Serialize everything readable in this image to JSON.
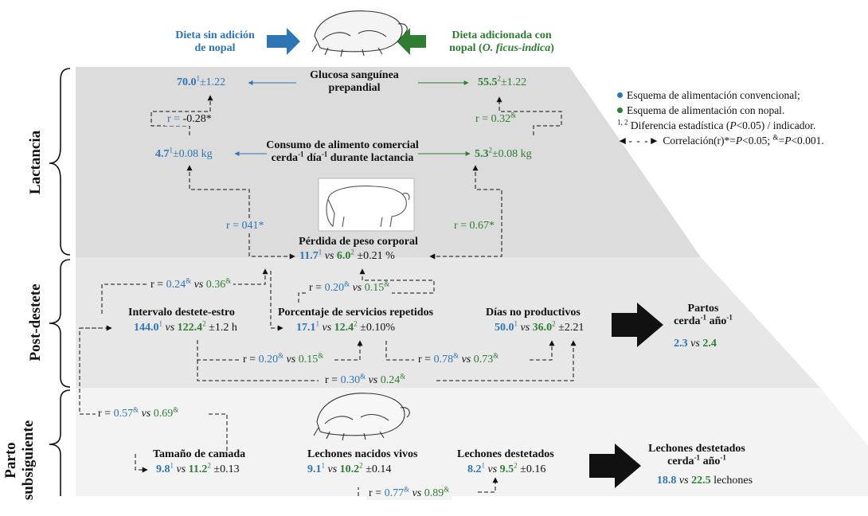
{
  "header": {
    "left_line1": "Dieta sin adición",
    "left_line2": "de nopal",
    "right_line1": "Dieta adicionada con",
    "right_line2_a": "nopal (",
    "right_line2_species": "O. ficus-indica",
    "right_line2_b": ")"
  },
  "sections": {
    "lactancia": "Lactancia",
    "post_destete": "Post-destete",
    "parto_line1": "Parto",
    "parto_line2": "subsiguiente"
  },
  "legend": {
    "conventional": "Esquema de alimentación  convencional;",
    "nopal": "Esquema de alimentación  con nopal.",
    "sup_12": "1, 2",
    "difference_a": " Diferencia estadística (",
    "difference_p": "P",
    "difference_b": "<0.05) / indicador.",
    "correlation_a": "Correlación(r)*=",
    "correlation_p1": "P",
    "correlation_b": "<0.05; ",
    "correlation_amp": "&",
    "correlation_c": "=",
    "correlation_p2": "P",
    "correlation_d": "<0.001.",
    "colors": {
      "blue": "#2e75b6",
      "green": "#2e7d32"
    }
  },
  "lactancia": {
    "glucosa_line1": "Glucosa sanguínea",
    "glucosa_line2": "prepandial",
    "glucosa_blue": "70.0",
    "glucosa_blue_sup": "1",
    "glucosa_blue_err": "±1.22",
    "glucosa_green": "55.5",
    "glucosa_green_sup": "2",
    "glucosa_green_err": "±1.22",
    "r_left": "r = ",
    "r_left_val": "-0.28*",
    "r_right": "r = ",
    "r_right_val": "0.32",
    "r_right_sup": "&",
    "consumo_line1": "Consumo de alimento comercial",
    "consumo_line2_a": "cerda",
    "consumo_line2_sup1": "-1",
    "consumo_line2_b": " día",
    "consumo_line2_sup2": "-1",
    "consumo_line2_c": " durante lactancia",
    "consumo_blue": "4.7",
    "consumo_blue_sup": "1",
    "consumo_blue_err": "±0.08 kg",
    "consumo_green": "5.3",
    "consumo_green_sup": "2",
    "consumo_green_err": "±0.08 kg",
    "r_lower_left": "r = 041*",
    "r_lower_right": "r = 0.67*",
    "perdida_title": "Pérdida de peso corporal",
    "perdida_blue": "11.7",
    "perdida_blue_sup": "1",
    "vs": "vs",
    "perdida_green": "6.0",
    "perdida_green_sup": "2",
    "perdida_err": "±0.21 %"
  },
  "post_destete": {
    "r_a_label": "r = ",
    "r_a_blue": "0.24",
    "r_a_sup1": "&",
    "r_a_green": "0.36",
    "r_a_sup2": "&",
    "r_b_label": "r = ",
    "r_b_blue": "0.20",
    "r_b_sup1": "&",
    "r_b_green": "0.15",
    "r_b_sup2": "&",
    "intervalo_title": "Intervalo destete-estro",
    "intervalo_blue": "144.0",
    "intervalo_blue_sup": "1",
    "intervalo_green": "122.4",
    "intervalo_green_sup": "2",
    "intervalo_err": "±1.2 h",
    "servicios_title": "Porcentaje de servicios repetidos",
    "servicios_blue": "17.1",
    "servicios_blue_sup": "1",
    "servicios_green": "12.4",
    "servicios_green_sup": "2",
    "servicios_err": "±0.10%",
    "dias_title": "Días no productivos",
    "dias_blue": "50.0",
    "dias_blue_sup": "1",
    "dias_green": "36.0",
    "dias_green_sup": "2",
    "dias_err": "±2.21",
    "partos_line1": "Partos",
    "partos_line2_a": "cerda",
    "partos_line2_sup1": "-1",
    "partos_line2_b": " año",
    "partos_line2_sup2": "-1",
    "partos_blue": "2.3",
    "partos_green": "2.4",
    "r_c_label": "r = ",
    "r_c_blue": "0.20",
    "r_c_sup1": "&",
    "r_c_green": "0.15",
    "r_c_sup2": "&",
    "r_d_label": "r = ",
    "r_d_blue": "0.78",
    "r_d_sup1": "&",
    "r_d_green": "0.73",
    "r_d_sup2": "&",
    "r_e_label": "r = ",
    "r_e_blue": "0.30",
    "r_e_sup1": "&",
    "r_e_green": "0.24",
    "r_e_sup2": "&"
  },
  "parto": {
    "r_f_label": "r = ",
    "r_f_blue": "0.57",
    "r_f_sup1": "&",
    "r_f_green": "0.69",
    "r_f_sup2": "&",
    "tamano_title": "Tamaño de camada",
    "tamano_blue": "9.8",
    "tamano_blue_sup": "1",
    "tamano_green": "11.2",
    "tamano_green_sup": "2",
    "tamano_err": "±0.13",
    "nacidos_title": "Lechones nacidos vivos",
    "nacidos_blue": "9.1",
    "nacidos_blue_sup": "1",
    "nacidos_green": "10.2",
    "nacidos_green_sup": "2",
    "nacidos_err": "±0.14",
    "destetados_title": "Lechones destetados",
    "destetados_blue": "8.2",
    "destetados_blue_sup": "1",
    "destetados_green": "9.5",
    "destetados_green_sup": "2",
    "destetados_err": "±0.16",
    "total_line1": "Lechones destetados",
    "total_line2_a": "cerda",
    "total_line2_sup1": "-1",
    "total_line2_b": " año",
    "total_line2_sup2": "-1",
    "total_blue": "18.8",
    "total_green": "22.5",
    "total_unit": " lechones",
    "r_g_label": "r = ",
    "r_g_blue": "0.77",
    "r_g_sup1": "&",
    "r_g_green": "0.89",
    "r_g_sup2": "&"
  }
}
